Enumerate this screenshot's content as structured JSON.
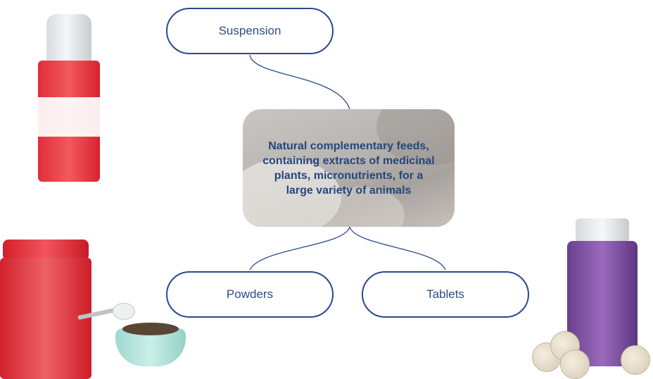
{
  "center_node": {
    "text": "Natural complementary feeds, containing extracts of medicinal plants, micronutrients, for a large variety of animals"
  },
  "branches": [
    {
      "label": "Suspension"
    },
    {
      "label": "Powders"
    },
    {
      "label": "Tablets"
    }
  ],
  "colors": {
    "node_border": "#2a4a8c",
    "node_text": "#2d4c87",
    "center_text": "#24477f",
    "connector": "#2a4a8c"
  },
  "images": [
    {
      "icon": "spray-bottle-product-image",
      "brand_color": "#e12d3a"
    },
    {
      "icon": "powder-jar-product-image",
      "brand_color": "#d2232e"
    },
    {
      "icon": "tablet-bottle-product-image",
      "brand_color": "#6a3f8f"
    }
  ]
}
